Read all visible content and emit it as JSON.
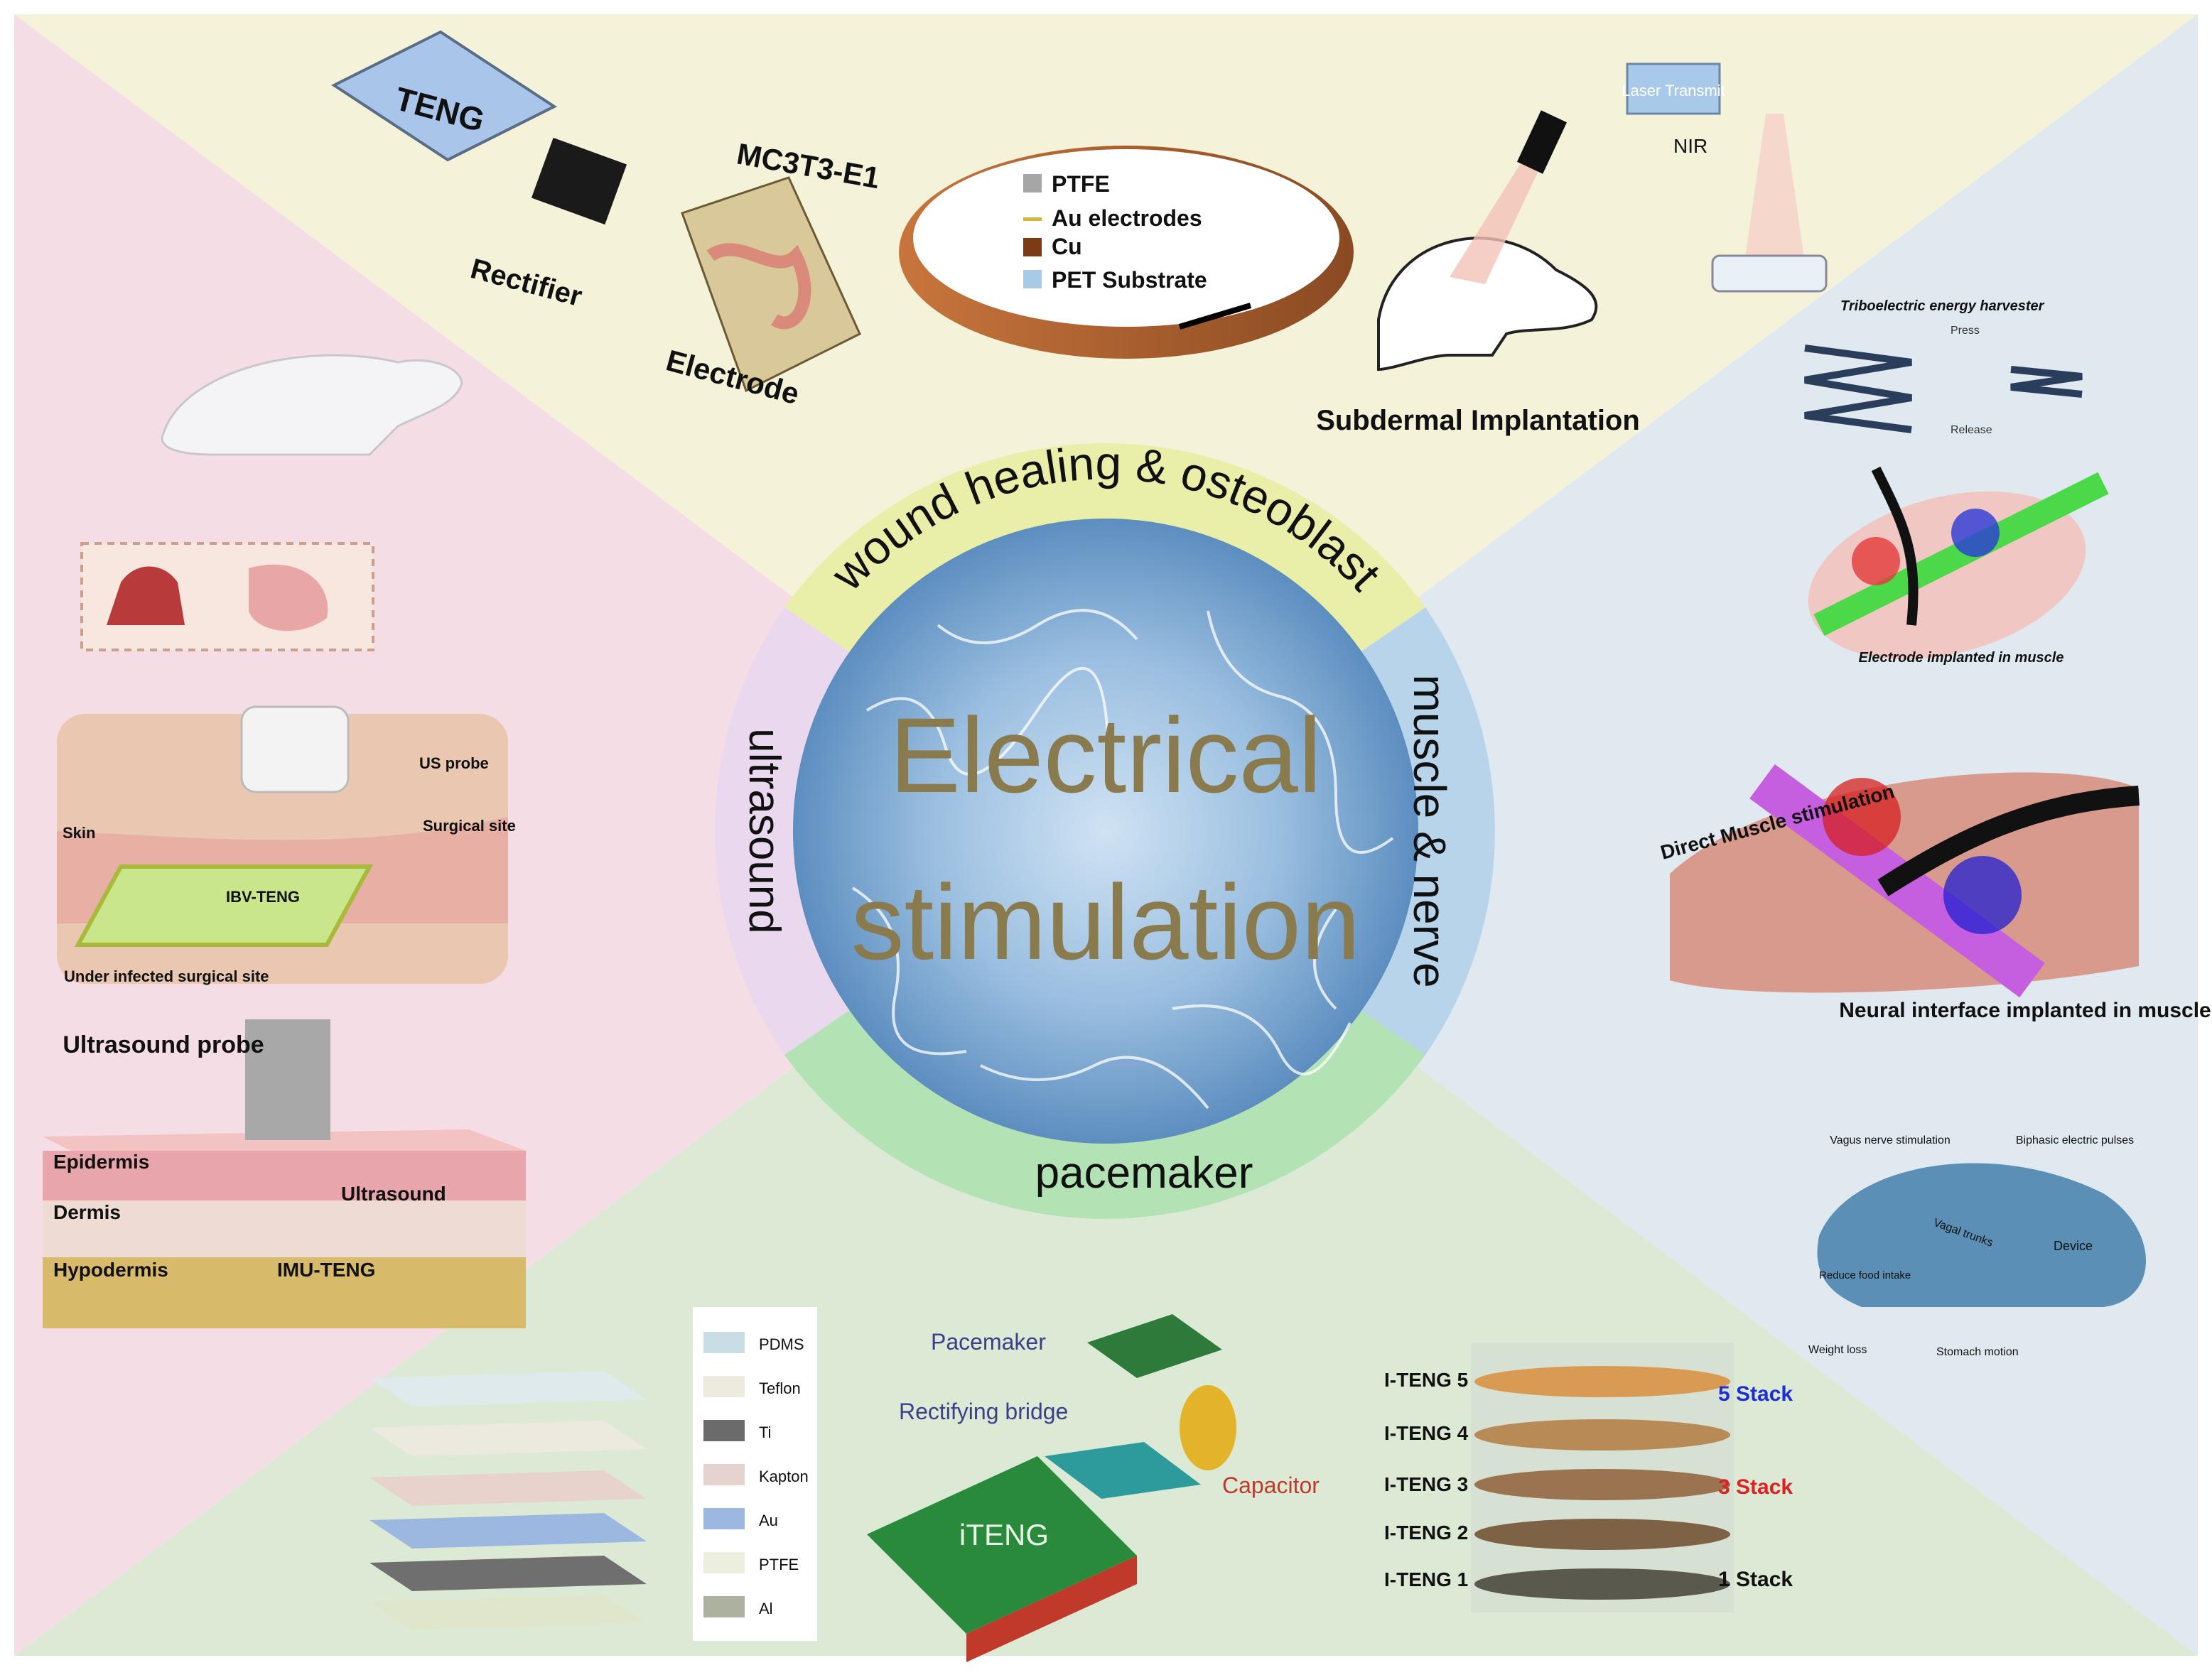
{
  "center": {
    "line1": "Electrical",
    "line2": "stimulation"
  },
  "ring": {
    "top": "wound healing & osteoblast",
    "right": "muscle & nerve",
    "bottom": "pacemaker",
    "left": "ultrasound"
  },
  "top_left": {
    "teng": "TENG",
    "rectifier": "Rectifier",
    "cell": "MC3T3-E1",
    "electrode": "Electrode"
  },
  "top_mid": {
    "legend": [
      "PTFE",
      "Au electrodes",
      "Cu",
      "PET Substrate"
    ]
  },
  "top_right": {
    "laser": "Laser Transmit",
    "nir": "NIR",
    "caption": "Subdermal Implantation"
  },
  "right_top": {
    "title": "Triboelectric energy harvester",
    "press": "Press",
    "release": "Release",
    "caption": "Electrode implanted in muscle"
  },
  "right_mid": {
    "direct": "Direct Muscle stimulation",
    "caption": "Neural interface implanted in muscle"
  },
  "right_bot": {
    "vagus": "Vagus nerve stimulation",
    "biphasic": "Biphasic electric pulses",
    "vagal": "Vagal trunks",
    "device": "Device",
    "reduce": "Reduce food intake",
    "weight": "Weight loss",
    "stomach": "Stomach motion"
  },
  "left_mid": {
    "probe": "US probe",
    "skin": "Skin",
    "surgical": "Surgical site",
    "ibv": "IBV-TENG",
    "under": "Under infected surgical site"
  },
  "left_bot": {
    "probe": "Ultrasound probe",
    "epidermis": "Epidermis",
    "dermis": "Dermis",
    "ultrasound": "Ultrasound",
    "hypodermis": "Hypodermis",
    "imu": "IMU-TENG"
  },
  "bottom_left": {
    "layers": [
      "PDMS",
      "Teflon",
      "Ti",
      "Kapton",
      "Au",
      "PTFE",
      "Al"
    ]
  },
  "bottom_mid": {
    "pacemaker": "Pacemaker",
    "bridge": "Rectifying bridge",
    "capacitor": "Capacitor",
    "iteng": "iTENG"
  },
  "bottom_right": {
    "tengs": [
      "I-TENG 5",
      "I-TENG 4",
      "I-TENG 3",
      "I-TENG 2",
      "I-TENG 1"
    ],
    "stack5": "5 Stack",
    "stack3": "3 Stack",
    "stack1": "1 Stack"
  },
  "colors": {
    "pink": "#f6dde6",
    "yellow": "#f4f2d8",
    "blue": "#dfe8f0",
    "green": "#dcebd6",
    "ring_yellow": "#e9eea8",
    "ring_blue": "#b7d4ea",
    "ring_green": "#b3e2b4",
    "ring_pink": "#ead8ee",
    "title": "#8a7b4e"
  }
}
